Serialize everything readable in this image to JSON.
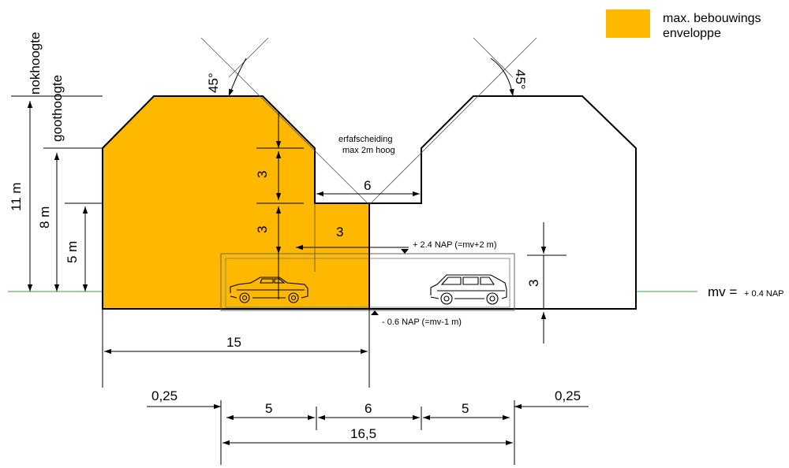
{
  "legend": {
    "line1": "max. bebouwings",
    "line2": "enveloppe",
    "swatch_color": "#FFB800"
  },
  "colors": {
    "envelope": "#FFB800",
    "ground": "#33AA33",
    "line": "#000000"
  },
  "heights": {
    "nokhoogte": "nokhoogte",
    "goothoogte": "goothoogte",
    "h11": "11 m",
    "h8": "8 m",
    "h5": "5 m"
  },
  "angles": {
    "left": "45°",
    "right": "45°"
  },
  "boundary": {
    "line1": "erfafscheiding",
    "line2": "max 2m hoog"
  },
  "dims": {
    "step_upper": "3",
    "step_lower": "3",
    "gap_width": "6",
    "offset_3": "3",
    "left_width": "15",
    "left_margin": "0,25",
    "seg_left": "5",
    "seg_mid": "6",
    "seg_right": "5",
    "right_margin": "0,25",
    "total": "16,5",
    "basement_height": "3"
  },
  "levels": {
    "upper_nap": "+ 2.4 NAP (=mv+2 m)",
    "lower_nap": "- 0.6 NAP (=mv-1 m)",
    "mv_label": "mv =",
    "mv_value": "+ 0.4 NAP"
  },
  "icons": {
    "car_left": "coupe-car-icon",
    "car_right": "station-wagon-icon"
  }
}
